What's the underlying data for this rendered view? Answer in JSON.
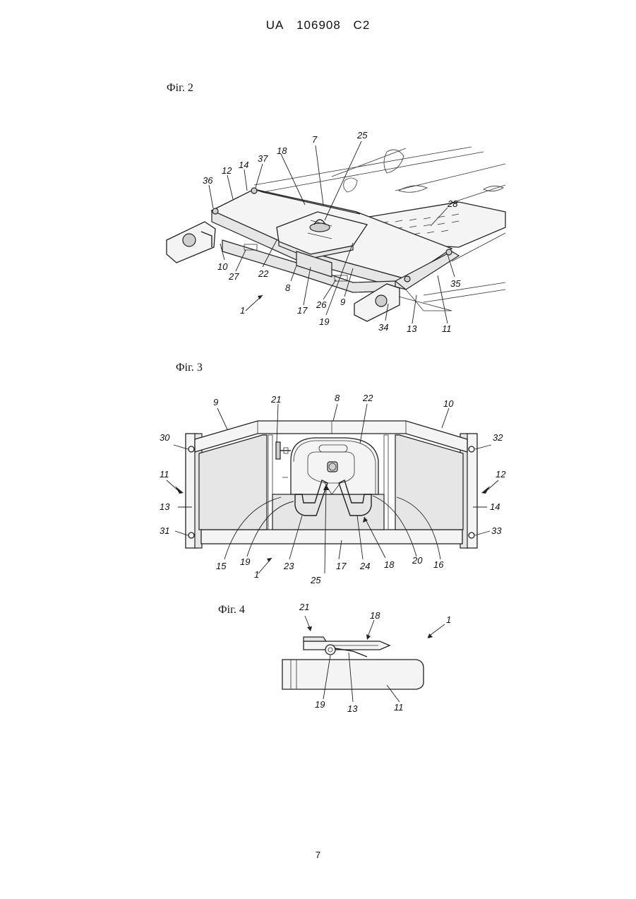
{
  "header": {
    "country": "UA",
    "number": "106908",
    "kind": "C2"
  },
  "figures": [
    {
      "caption": "Фіг. 2",
      "labels": [
        "7",
        "25",
        "18",
        "37",
        "14",
        "12",
        "36",
        "28",
        "10",
        "27",
        "22",
        "8",
        "17",
        "26",
        "9",
        "19",
        "34",
        "13",
        "11",
        "35",
        "1"
      ]
    },
    {
      "caption": "Фіг. 3",
      "labels": [
        "9",
        "21",
        "8",
        "22",
        "10",
        "30",
        "32",
        "11",
        "12",
        "13",
        "14",
        "31",
        "33",
        "15",
        "19",
        "23",
        "17",
        "24",
        "18",
        "20",
        "16",
        "25",
        "1"
      ]
    },
    {
      "caption": "Фіг. 4",
      "labels": [
        "21",
        "18",
        "1",
        "19",
        "13",
        "11"
      ]
    }
  ],
  "page_number": "7"
}
